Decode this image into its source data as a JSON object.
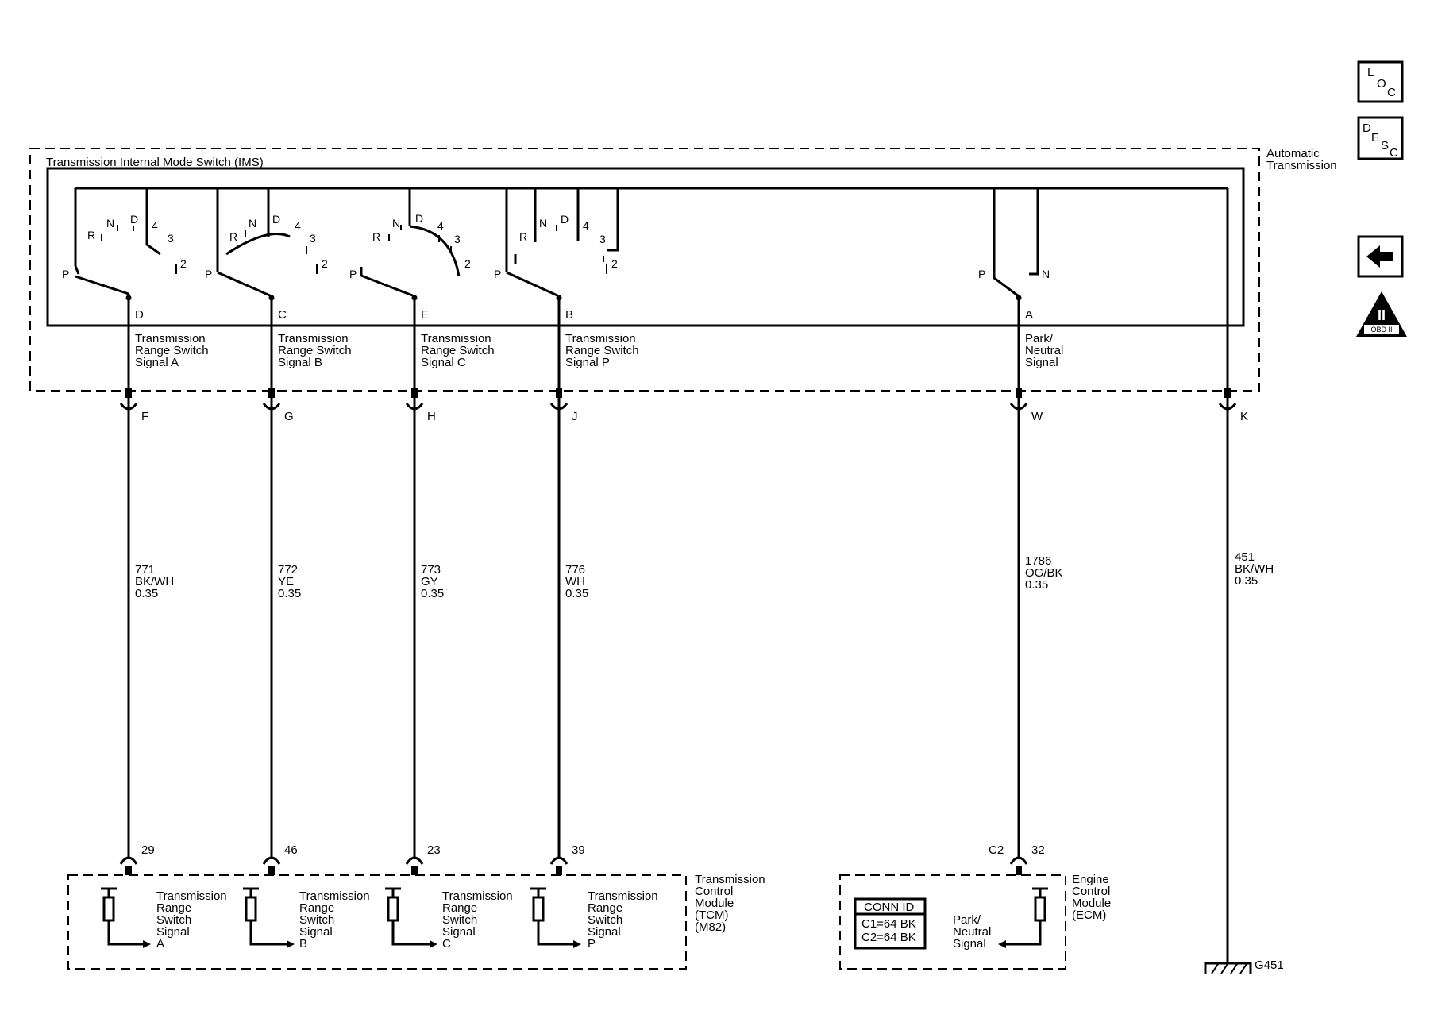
{
  "automatic_transmission": [
    "Automatic",
    "Transmission"
  ],
  "ims_title": "Transmission Internal Mode Switch (IMS)",
  "switches": [
    {
      "positions": [
        "P",
        "R",
        "N",
        "D",
        "4",
        "3",
        "2"
      ],
      "pin": "D",
      "signal": [
        "Transmission",
        "Range Switch",
        "Signal A"
      ],
      "connector": "F",
      "wire": [
        "771",
        "BK/WH",
        "0.35"
      ],
      "module_pin": "29",
      "module_signal": [
        "Transmission",
        "Range",
        "Switch",
        "Signal",
        "A"
      ]
    },
    {
      "positions": [
        "P",
        "R",
        "N",
        "D",
        "4",
        "3",
        "2"
      ],
      "pin": "C",
      "signal": [
        "Transmission",
        "Range Switch",
        "Signal B"
      ],
      "connector": "G",
      "wire": [
        "772",
        "YE",
        "0.35"
      ],
      "module_pin": "46",
      "module_signal": [
        "Transmission",
        "Range",
        "Switch",
        "Signal",
        "B"
      ]
    },
    {
      "positions": [
        "P",
        "R",
        "N",
        "D",
        "4",
        "3",
        "2"
      ],
      "pin": "E",
      "signal": [
        "Transmission",
        "Range Switch",
        "Signal C"
      ],
      "connector": "H",
      "wire": [
        "773",
        "GY",
        "0.35"
      ],
      "module_pin": "23",
      "module_signal": [
        "Transmission",
        "Range",
        "Switch",
        "Signal",
        "C"
      ]
    },
    {
      "positions": [
        "P",
        "R",
        "N",
        "D",
        "4",
        "3",
        "2"
      ],
      "pin": "B",
      "signal": [
        "Transmission",
        "Range Switch",
        "Signal P"
      ],
      "connector": "J",
      "wire": [
        "776",
        "WH",
        "0.35"
      ],
      "module_pin": "39",
      "module_signal": [
        "Transmission",
        "Range",
        "Switch",
        "Signal",
        "P"
      ]
    }
  ],
  "park_neutral": {
    "positions": [
      "P",
      "N"
    ],
    "pin": "A",
    "signal": [
      "Park/",
      "Neutral",
      "Signal"
    ],
    "connector": "W",
    "wire": [
      "1786",
      "OG/BK",
      "0.35"
    ],
    "module_conn": "C2",
    "module_pin": "32",
    "module_signal": [
      "Park/",
      "Neutral",
      "Signal"
    ]
  },
  "ground": {
    "connector": "K",
    "wire": [
      "451",
      "BK/WH",
      "0.35"
    ],
    "id": "G451"
  },
  "tcm_label": [
    "Transmission",
    "Control",
    "Module",
    "(TCM)",
    "(M82)"
  ],
  "ecm_label": [
    "Engine",
    "Control",
    "Module",
    "(ECM)"
  ],
  "conn_id": {
    "title": "CONN ID",
    "rows": [
      "C1=64 BK",
      "C2=64 BK"
    ]
  },
  "sidebar": {
    "loc": [
      "L",
      "O",
      "C"
    ],
    "desc": [
      "D",
      "E",
      "S",
      "C"
    ],
    "obd": [
      "II",
      "OBD II"
    ]
  }
}
